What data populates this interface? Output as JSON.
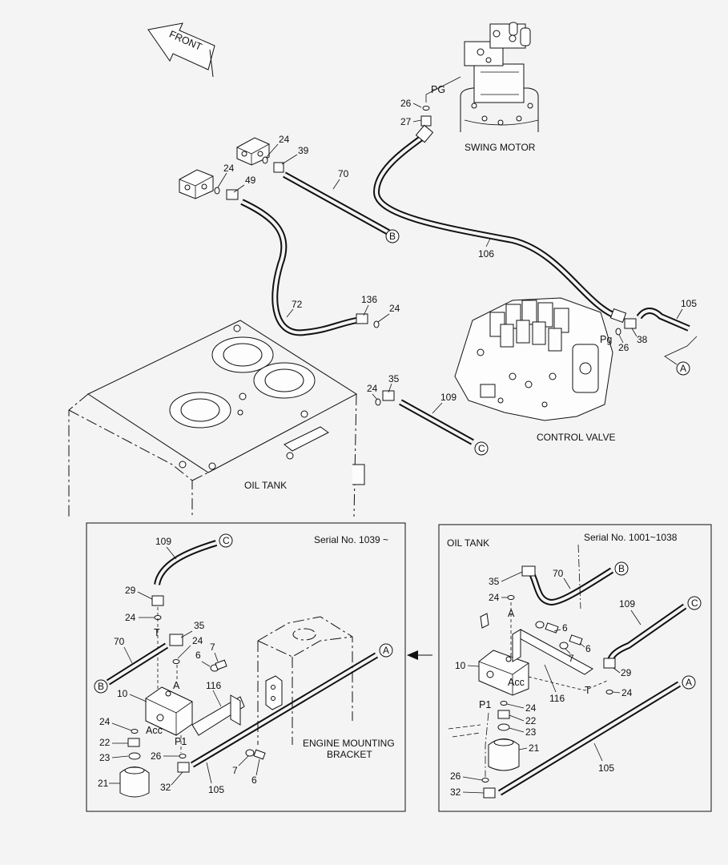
{
  "direction": {
    "front": "FRONT"
  },
  "components": {
    "swing_motor": "SWING MOTOR",
    "control_valve": "CONTROL VALVE",
    "oil_tank": "OIL TANK",
    "oil_tank_inset": "OIL TANK",
    "engine_bracket_line1": "ENGINE MOUNTING",
    "engine_bracket_line2": "BRACKET"
  },
  "insets": {
    "left_serial": "Serial No. 1039 ~",
    "right_serial": "Serial No. 1001~1038"
  },
  "port_labels": {
    "pg_upper": "PG",
    "pg_lower": "Pg",
    "t": "T",
    "a": "A",
    "acc": "Acc",
    "p1": "P1"
  },
  "connectors": {
    "a": "A",
    "b": "B",
    "c": "C"
  },
  "main_callouts": {
    "n26a": "26",
    "n27": "27",
    "n24a": "24",
    "n39": "39",
    "n24b": "24",
    "n49": "49",
    "n70": "70",
    "n106": "106",
    "n72": "72",
    "n136": "136",
    "n24c": "24",
    "n105": "105",
    "n26b": "26",
    "n38": "38",
    "n35": "35",
    "n24d": "24",
    "n109": "109"
  },
  "left_callouts": {
    "n109": "109",
    "n29": "29",
    "n24a": "24",
    "n35": "35",
    "n24b": "24",
    "n70": "70",
    "n7a": "7",
    "n6a": "6",
    "n10": "10",
    "n116": "116",
    "n24c": "24",
    "n22": "22",
    "n23": "23",
    "n26": "26",
    "n21": "21",
    "n32": "32",
    "n105": "105",
    "n7b": "7",
    "n6b": "6"
  },
  "right_callouts": {
    "n35": "35",
    "n70": "70",
    "n24a": "24",
    "n6a": "6",
    "n7a": "7",
    "n6b": "6",
    "n109": "109",
    "n10": "10",
    "n116": "116",
    "n29": "29",
    "n24b": "24",
    "n24c": "24",
    "n22": "22",
    "n23": "23",
    "n21": "21",
    "n105": "105",
    "n26": "26",
    "n32": "32"
  }
}
